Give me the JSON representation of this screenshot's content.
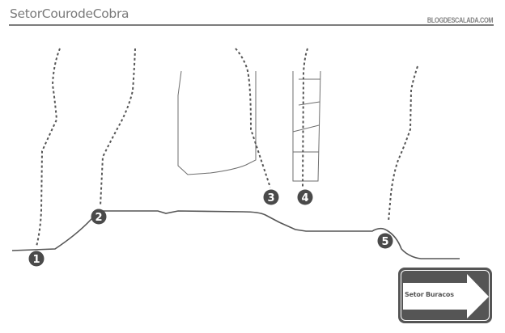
{
  "header": {
    "title": "SetorCourodeCobra",
    "site": "BLOGDESCALADA.COM"
  },
  "colors": {
    "line": "#555555",
    "rock": "#6e6e6e",
    "rule": "#7c7c7c",
    "badge": "#4a4a4a"
  },
  "routes": [
    {
      "number": "1",
      "label": "1"
    },
    {
      "number": "2",
      "label": "2"
    },
    {
      "number": "3",
      "label": "3"
    },
    {
      "number": "4",
      "label": "4"
    },
    {
      "number": "5",
      "label": "5"
    }
  ],
  "sign": {
    "label": "Setor Buracos",
    "direction": "right-arrow"
  }
}
